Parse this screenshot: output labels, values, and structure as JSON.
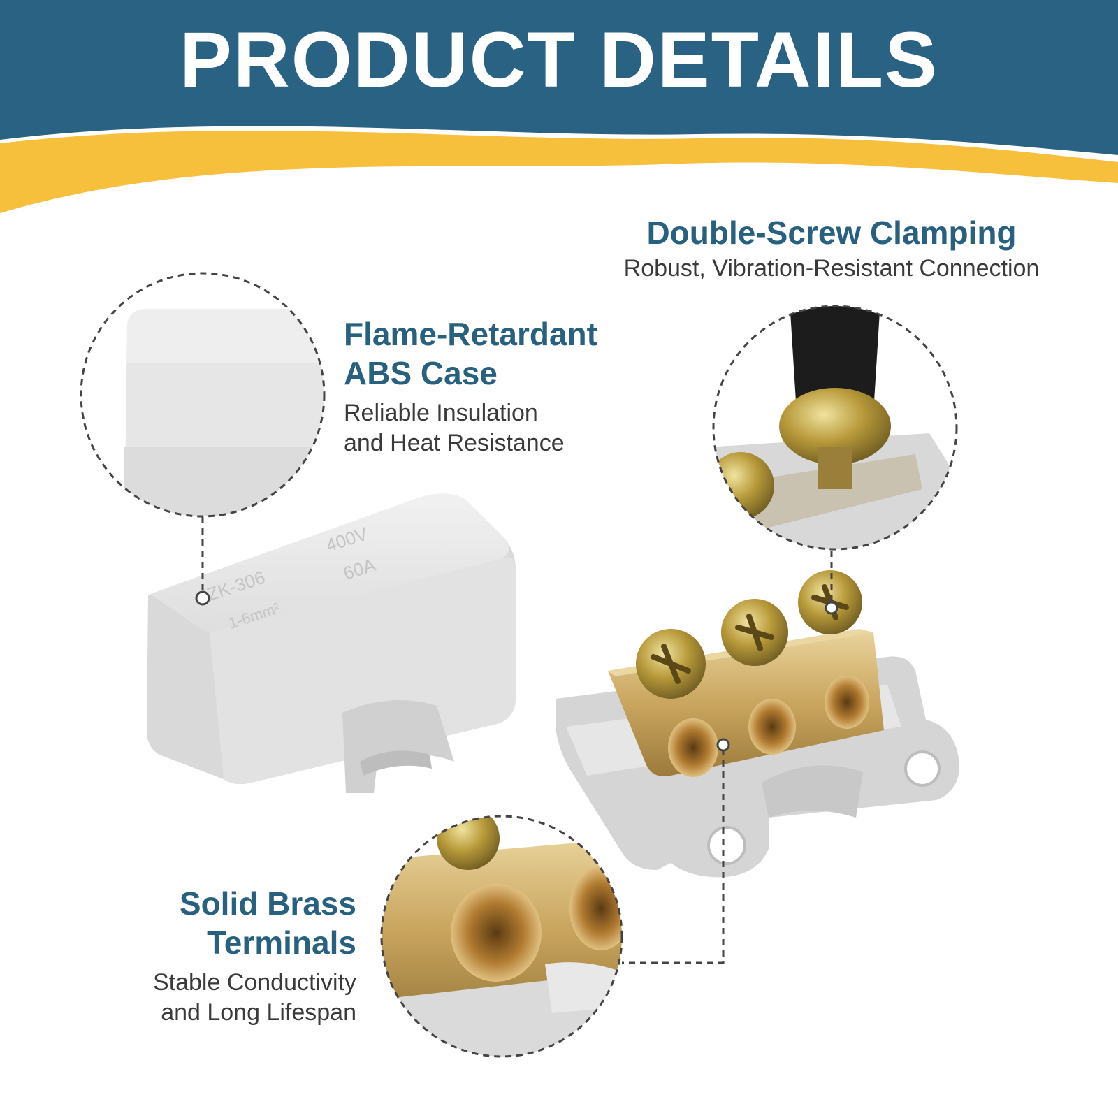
{
  "header": {
    "title": "PRODUCT DETAILS",
    "band_color": "#2a6283",
    "accent_color": "#f6bf3c"
  },
  "features": {
    "flame": {
      "title_lines": [
        "Flame-Retardant",
        "ABS Case"
      ],
      "subtitle_lines": [
        "Reliable Insulation",
        "and Heat Resistance"
      ]
    },
    "screw": {
      "title_lines": [
        "Double-Screw Clamping"
      ],
      "subtitle_lines": [
        "Robust, Vibration-Resistant Connection"
      ]
    },
    "brass": {
      "title_lines": [
        "Solid Brass",
        "Terminals"
      ],
      "subtitle_lines": [
        "Stable Conductivity",
        "and Long Lifespan"
      ]
    }
  },
  "product_markings": {
    "model": "ZK-306",
    "voltage": "400V",
    "current": "60A",
    "wire": "1-6mm²"
  },
  "colors": {
    "plastic": "#e4e4e4",
    "brass": "#c8a863",
    "title": "#28607f",
    "text": "#3a3a3a"
  }
}
